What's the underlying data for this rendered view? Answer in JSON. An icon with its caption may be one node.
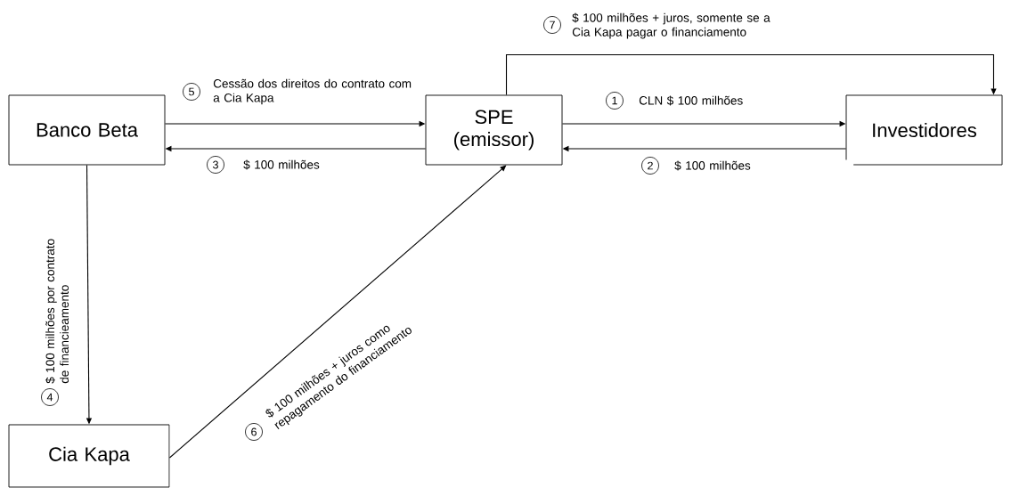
{
  "diagram": {
    "nodes": [
      {
        "text": [
          "Banco Beta"
        ]
      },
      {
        "text": [
          "SPE (emissor)"
        ]
      },
      {
        "text": [
          "Investidores"
        ]
      },
      {
        "text": [
          "Cia Kapa"
        ]
      }
    ],
    "edges": [
      {
        "from": 1,
        "to": 2,
        "arrow": "to",
        "label": "CLN $ 100 milhões"
      },
      {
        "from": 2,
        "to": 1,
        "arrow": "to",
        "label": "$ 100 milhões"
      },
      {
        "from": 1,
        "to": 0,
        "arrow": "to",
        "label": "$ 100 milhões"
      },
      {
        "from": 0,
        "to": 3,
        "arrow": "to",
        "label": "$ 100 milhões por contrato de financieamento"
      },
      {
        "from": 0,
        "to": 1,
        "arrow": "to",
        "label": "Cessão dos direitos do contrato com a Cia Kapa"
      },
      {
        "from": 3,
        "to": 1,
        "arrow": "to",
        "label": "$ 100 milhões + juros como repagamento do financiamento"
      },
      {
        "from": 1,
        "to": 2,
        "arrow": "to",
        "label": "$ 100 milhões +  juros, somente se a Cia Kapa pagar o financiamento"
      }
    ],
    "labels": [
      "1",
      "2",
      "3",
      "4",
      "5",
      "6",
      "7"
    ]
  }
}
